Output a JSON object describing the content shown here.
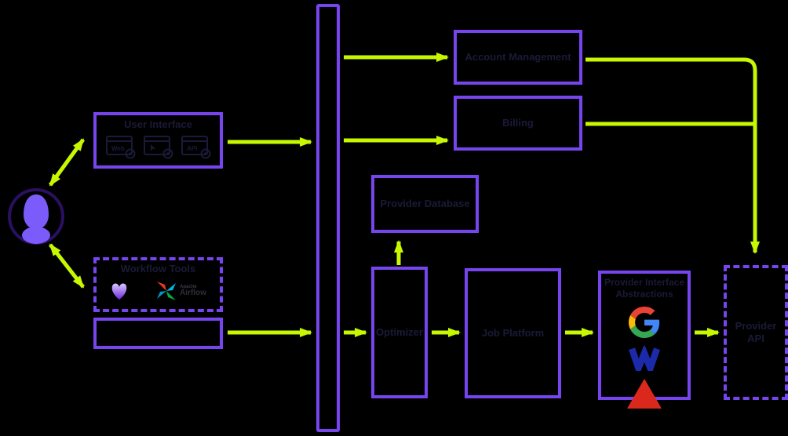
{
  "diagram": {
    "nodes": {
      "user_interface": {
        "title": "User Interface",
        "icon_labels": [
          "Web",
          "",
          "API"
        ]
      },
      "workflow_tools": {
        "title": "Workflow Tools",
        "airflow_label_top": "Apache",
        "airflow_label_bottom": "Airflow"
      },
      "workflow_bar": {
        "title": ""
      },
      "gateway": {
        "title": ""
      },
      "account_management": {
        "title": "Account Management"
      },
      "billing": {
        "title": "Billing"
      },
      "provider_database": {
        "title": "Provider Database"
      },
      "optimizer": {
        "title": "Optimizer"
      },
      "job_platform": {
        "title": "Job Platform"
      },
      "provider_interface_abstractions": {
        "title_line1": "Provider Interface",
        "title_line2": "Abstractions",
        "logos": [
          "google-logo",
          "w-logo",
          "red-triangle-logo"
        ]
      },
      "provider_api": {
        "title": "Provider API"
      }
    },
    "colors": {
      "canvas_background": "#000000",
      "node_border_purple": "#7645EE",
      "arrow_lime": "#C8F702",
      "label_navy": "#1A1A38",
      "user_silhouette_purple": "#7B5BFA",
      "user_ring_indigo": "#2A1060",
      "w_logo_blue": "#1B2AA8",
      "triangle_red": "#DA291C",
      "google_blue": "#4285F4",
      "google_red": "#EA4335",
      "google_yellow": "#FBBC05",
      "google_green": "#34A853",
      "airflow_red": "#E43921",
      "airflow_cyan": "#00B9E8",
      "airflow_green": "#00AD46",
      "airflow_teal": "#0193C5"
    }
  }
}
